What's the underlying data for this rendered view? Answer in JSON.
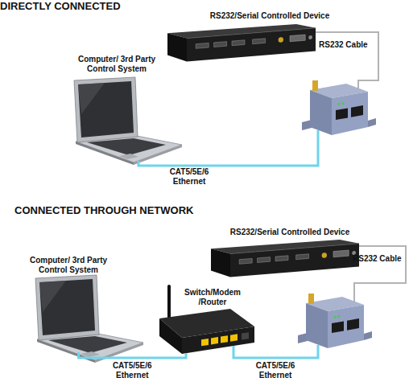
{
  "diagram": {
    "nodes": [
      {
        "text": [
          "RS232/Serial Controlled Device"
        ]
      },
      {
        "text": [
          "Computer/ 3rd Party Control System"
        ]
      },
      {
        "text": [
          "RS232/Serial Controlled Device"
        ]
      },
      {
        "text": [
          "Computer/ 3rd Party Control System"
        ]
      },
      {
        "text": [
          "Switch/Modem /Router"
        ]
      }
    ],
    "edges": [
      {
        "from": 3,
        "to": 4,
        "arrow": "none",
        "label": "CAT5/5E/6 Ethernet"
      }
    ],
    "labels": [
      "DIRECTLY CONNECTED",
      "RS232 Cable",
      "CAT5/5E/6 Ethernet",
      "CONNECTED THROUGH NETWORK",
      "RS232 Cable",
      "CAT5/5E/6 Ethernet"
    ]
  }
}
